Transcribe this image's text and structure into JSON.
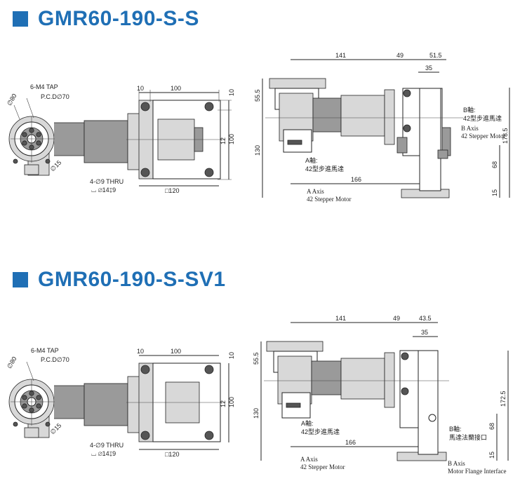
{
  "section1": {
    "title": "GMR60-190-S-S",
    "front": {
      "pcd": "P.C.D∅70",
      "tap": "6-M4 TAP",
      "dia80": "∅80",
      "dia15": "∅15"
    },
    "side": {
      "d10": "10",
      "d100": "100",
      "d10r": "10",
      "d12": "12",
      "d100r": "100",
      "thru": "4-∅9 THRU",
      "cbore": "⌴ ∅14↧9",
      "sq120": "□120"
    },
    "right": {
      "d141": "141",
      "d49": "49",
      "d515": "51.5",
      "d35": "35",
      "d555": "55.5",
      "d130": "130",
      "d166": "166",
      "d1785": "178.5",
      "d68": "68",
      "d15": "15",
      "a_cn1": "A軸:",
      "a_cn2": "42型步進馬達",
      "a_en1": "A Axis",
      "a_en2": "42 Stepper Motor",
      "b_cn1": "B軸:",
      "b_cn2": "42型步進馬達",
      "b_en1": "B Axis",
      "b_en2": "42 Stepper Motor"
    }
  },
  "section2": {
    "title": "GMR60-190-S-SV1",
    "front": {
      "pcd": "P.C.D∅70",
      "tap": "6-M4 TAP",
      "dia80": "∅80",
      "dia15": "∅15"
    },
    "side": {
      "d10": "10",
      "d100": "100",
      "d10r": "10",
      "d12": "12",
      "d100r": "100",
      "thru": "4-∅9 THRU",
      "cbore": "⌴ ∅14↧9",
      "sq120": "□120"
    },
    "right": {
      "d141": "141",
      "d49": "49",
      "d435": "43.5",
      "d35": "35",
      "d555": "55.5",
      "d130": "130",
      "d166": "166",
      "d1725": "172.5",
      "d68": "68",
      "d15": "15",
      "a_cn1": "A軸:",
      "a_cn2": "42型步進馬達",
      "a_en1": "A Axis",
      "a_en2": "42 Stepper Motor",
      "b_cn1": "B軸:",
      "b_cn2": "馬達法蘭接口",
      "b_en1": "B Axis",
      "b_en2": "Motor Flange Interface"
    }
  }
}
